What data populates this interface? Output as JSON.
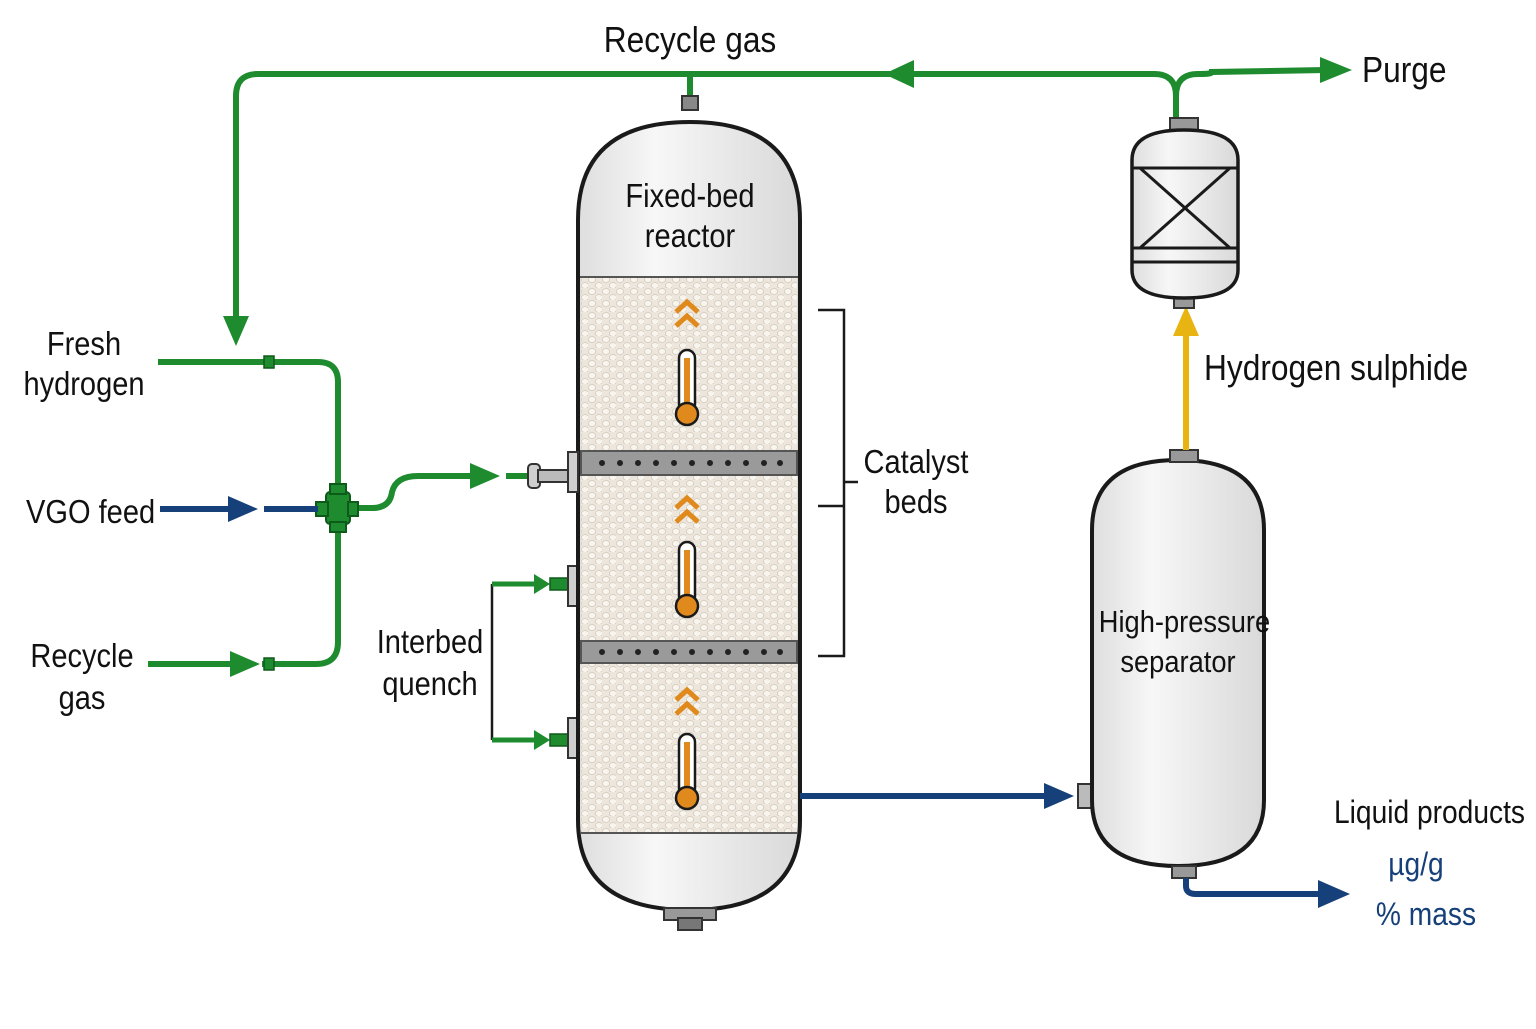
{
  "labels": {
    "recycle_gas_top": "Recycle gas",
    "purge": "Purge",
    "fresh_hydrogen": [
      "Fresh",
      "hydrogen"
    ],
    "vgo_feed": "VGO feed",
    "recycle_gas_left": [
      "Recycle",
      "gas"
    ],
    "reactor": [
      "Fixed-bed",
      "reactor"
    ],
    "catalyst_beds": [
      "Catalyst",
      "beds"
    ],
    "interbed_quench": [
      "Interbed",
      "quench"
    ],
    "hydrogen_sulphide": "Hydrogen sulphide",
    "separator": [
      "High-pressure",
      "separator"
    ],
    "liquid_products": "Liquid products",
    "units": [
      "µg/g",
      "% mass"
    ]
  },
  "colors": {
    "gas_line": "#1e8c2e",
    "liquid_line": "#16407a",
    "h2s_line": "#e8b412",
    "thermometer": "#e08a1e",
    "vessel_stroke": "#1a1a1a",
    "catalyst_fill": "#ece6dc"
  },
  "icons": [
    "thermometer-icon",
    "flow-up-chevron-icon",
    "filter-cross-icon",
    "arrow-right-icon",
    "arrow-down-icon"
  ]
}
